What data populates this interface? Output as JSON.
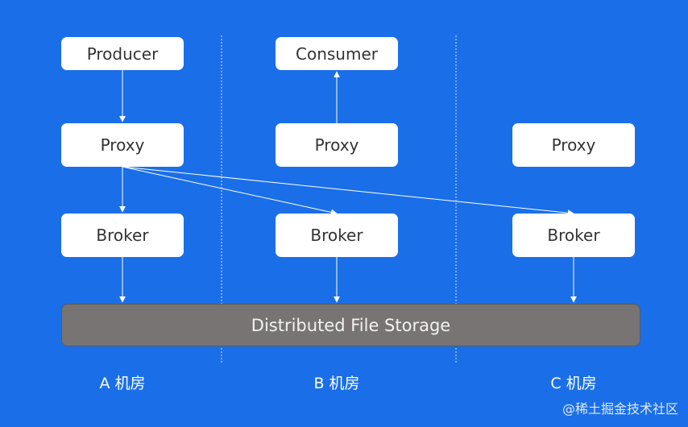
{
  "boxes": {
    "producer": "Producer",
    "consumer": "Consumer",
    "proxy_a": "Proxy",
    "proxy_b": "Proxy",
    "proxy_c": "Proxy",
    "broker_a": "Broker",
    "broker_b": "Broker",
    "broker_c": "Broker"
  },
  "storage": "Distributed File Storage",
  "zones": {
    "a": "A 机房",
    "b": "B 机房",
    "c": "C 机房"
  },
  "watermark": "@稀土掘金技术社区",
  "colors": {
    "background": "#1a6fe8",
    "box": "#ffffff",
    "storage": "#787473"
  }
}
